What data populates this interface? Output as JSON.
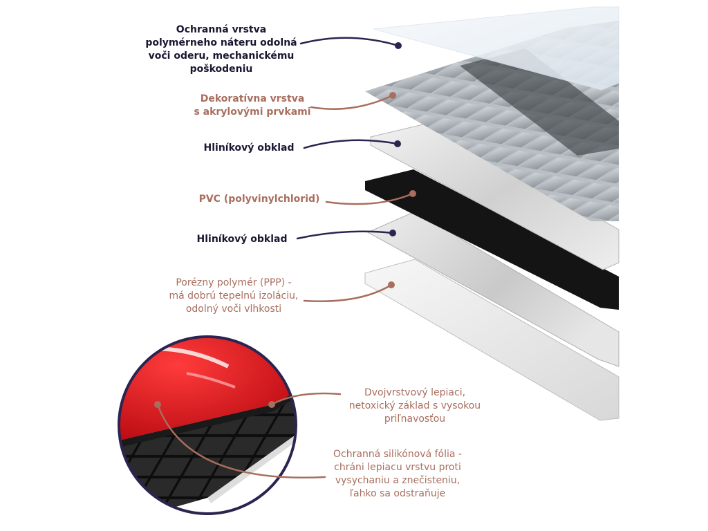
{
  "labels": {
    "protective_coating": "Ochranná vrstva\npolymérneho náteru odolná\nvoči oderu, mechanickému\npoškodeniu",
    "decorative_layer": "Dekoratívna vrstva\ns akrylovými prvkami",
    "aluminum_top": "Hliníkový obklad",
    "pvc": "PVC (polyvinylchlorid)",
    "aluminum_bottom": "Hliníkový obklad",
    "porous_polymer": "Porézny polymér (PPP) -\nmá dobrú tepelnú izoláciu,\nodolný voči vlhkosti",
    "adhesive": "Dvojvrstvový lepiaci,\nnetoxický základ s vysokou\npriľnavosťou",
    "silicone_film": "Ochranná silikónová fólia -\nchráni lepiacu vrstvu proti\nvysychaniu a znečisteniu,\nľahko sa odstraňuje"
  },
  "colors": {
    "dark_label": "#1a1630",
    "brown_label": "#a86e5e",
    "dark_connector": "#2b2450",
    "brown_connector": "#a86e5e",
    "inset_ring": "#2b2450",
    "inset_red": "#e3121b",
    "pvc_layer": "#141414"
  }
}
